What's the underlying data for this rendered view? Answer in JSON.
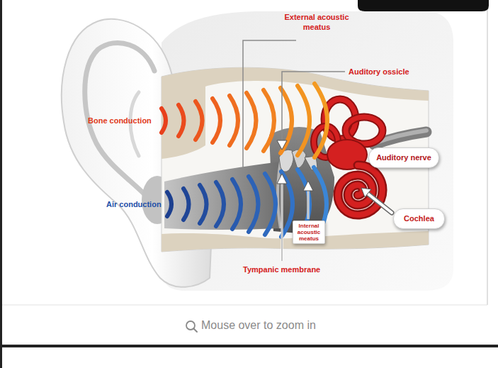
{
  "diagram": {
    "nodes": [
      {
        "text": [
          "Auditory nerve"
        ]
      },
      {
        "text": [
          "Cochlea"
        ]
      },
      {
        "text": [
          "Internal acoustic meatus"
        ]
      }
    ],
    "labels": [
      "External acoustic meatus",
      "Auditory ossicle",
      "Bone conduction",
      "Air conduction",
      "Tympanic membrane",
      "Mouse over to zoom in"
    ]
  }
}
